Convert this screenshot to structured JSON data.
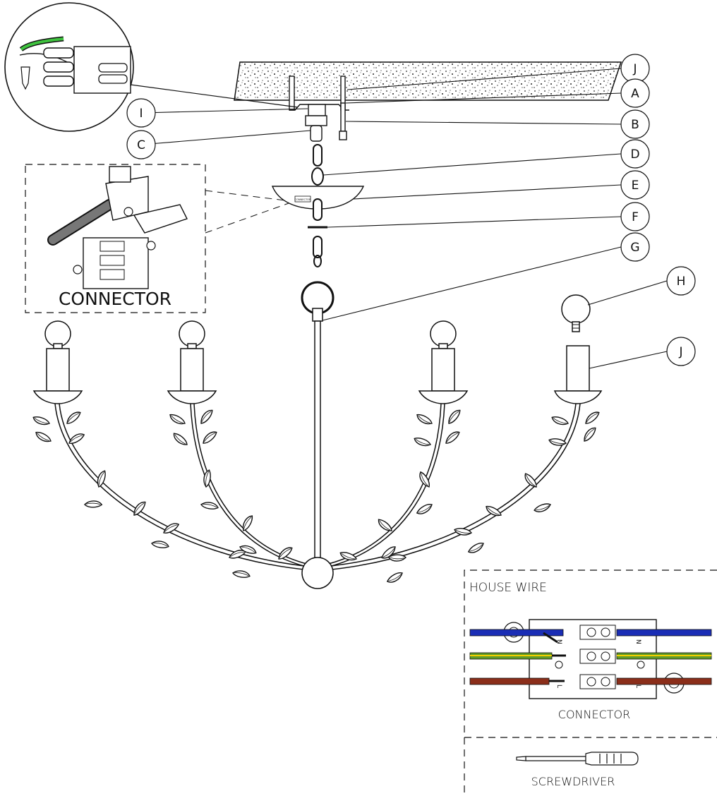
{
  "diagram": {
    "callouts": [
      {
        "letter": "J"
      },
      {
        "letter": "A"
      },
      {
        "letter": "B"
      },
      {
        "letter": "I"
      },
      {
        "letter": "C"
      },
      {
        "letter": "D"
      },
      {
        "letter": "E"
      },
      {
        "letter": "F"
      },
      {
        "letter": "G"
      },
      {
        "letter": "H"
      },
      {
        "letter": "J"
      }
    ],
    "connector_box": {
      "label": "CONNECTOR"
    },
    "canopy_label": "CONNECTOR",
    "house_wire_box": {
      "title": "HOUSE WIRE",
      "connector_label": "CONNECTOR",
      "terminal_left_1": "N",
      "terminal_right_1": "N",
      "terminal_left_3": "L",
      "terminal_right_3": "L",
      "wire_colors": {
        "blue": "#1a2db5",
        "green_yellow": "#5f9a2a",
        "brown": "#8b2e1a"
      }
    },
    "tool": {
      "label": "SCREWDRIVER"
    },
    "inset_wire_color": "#3fc33f"
  }
}
